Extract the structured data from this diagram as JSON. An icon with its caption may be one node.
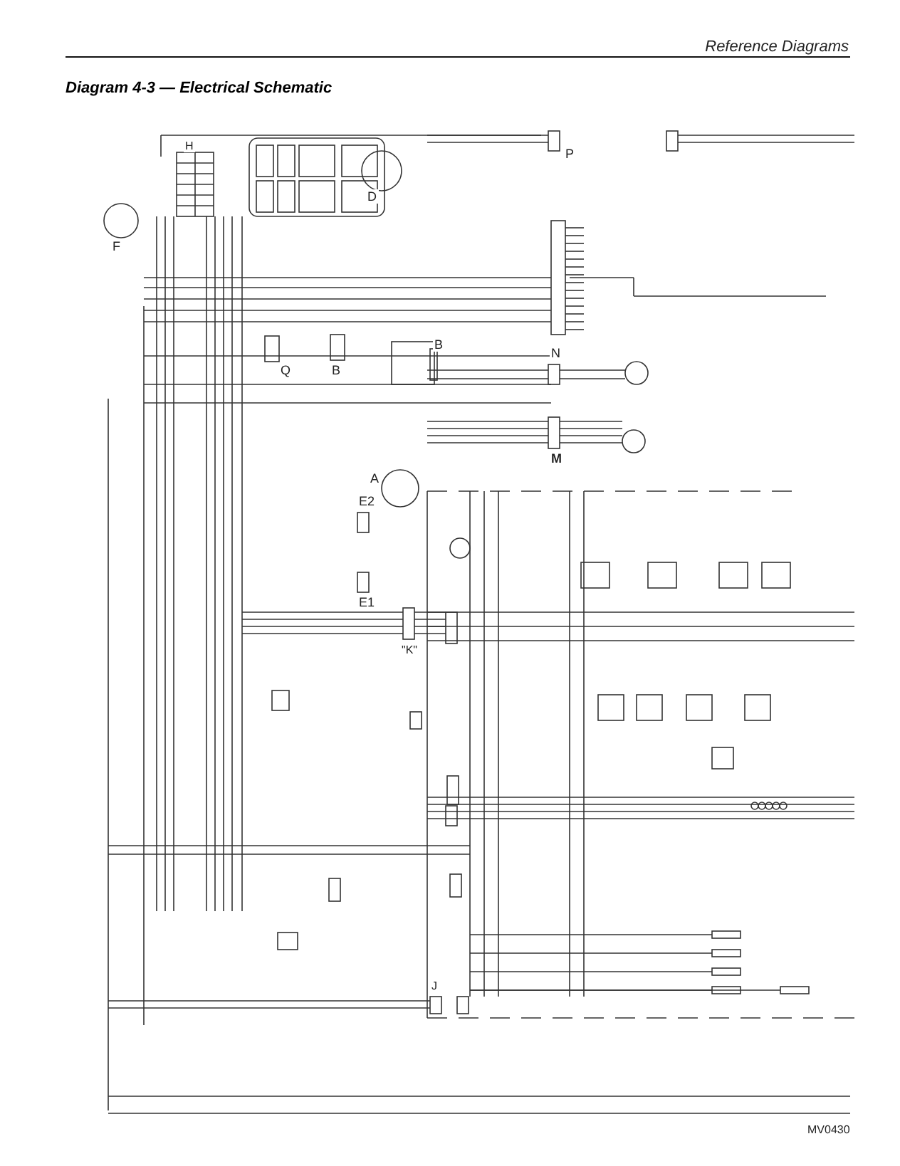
{
  "diagram": {
    "title": "Diagram 4-3 — Electrical Schematic",
    "labels": [
      "Reference Diagrams",
      "H",
      "P",
      "F",
      "D",
      "Q",
      "B",
      "B",
      "N",
      "M",
      "A",
      "E2",
      "E1",
      "\"K\"",
      "J",
      "MV0430"
    ]
  }
}
